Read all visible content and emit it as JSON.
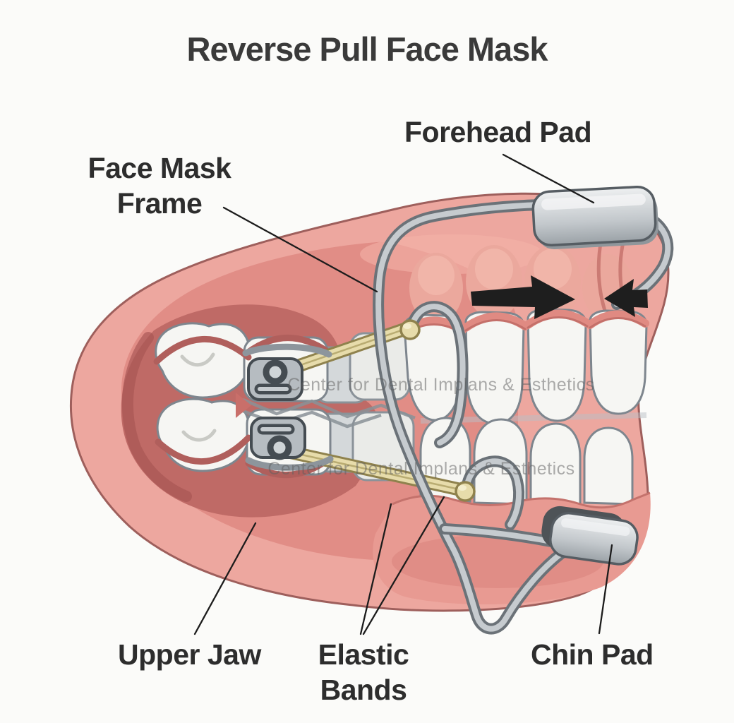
{
  "title": "Reverse Pull Face Mask",
  "labels": {
    "forehead_pad": "Forehead Pad",
    "face_mask_frame_line1": "Face Mask",
    "face_mask_frame_line2": "Frame",
    "upper_jaw": "Upper Jaw",
    "elastic_bands_line1": "Elastic",
    "elastic_bands_line2": "Bands",
    "chin_pad": "Chin Pad"
  },
  "watermark": {
    "text": "Center for Dental Implans & Esthetics"
  },
  "illustration": {
    "colors": {
      "jaw_pink_outer": "#eda79f",
      "jaw_pink_mid": "#e18d86",
      "mouth_cavity_dark": "#bf6a66",
      "gum_lower": "#e89a92",
      "tooth_white": "#f6f6f3",
      "metal_light": "#c6cbcf",
      "metal_dark": "#6b7278",
      "bracket_gray": "#b6bcc1",
      "elastic_tan": "#e7dcab",
      "arrow_black": "#1e1e1e",
      "label_text": "#2d2d2d",
      "watermark_gray": "#5f5f5f"
    }
  }
}
